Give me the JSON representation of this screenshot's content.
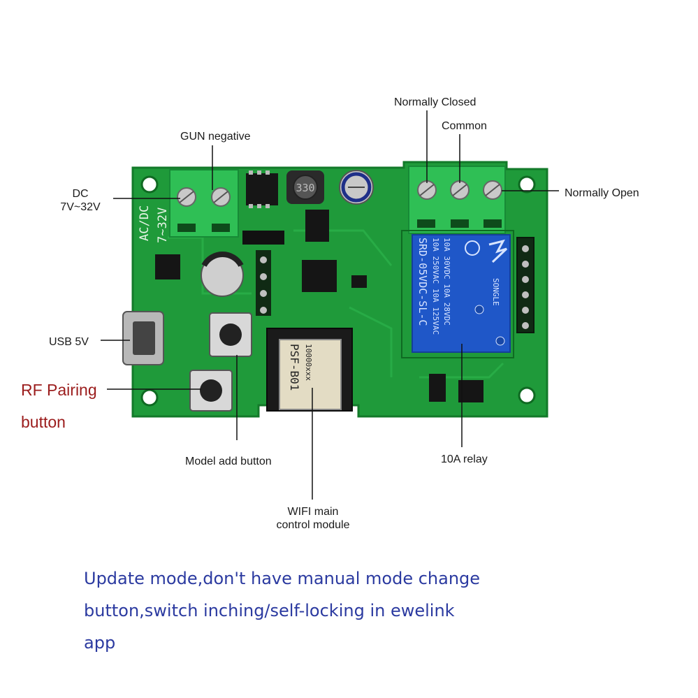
{
  "board_silkscreen": {
    "ac_dc": "AC/DC",
    "voltage": "7~32V"
  },
  "relay_text": {
    "model": "SRD-05VDC-SL-C",
    "rating_1": "10A 250VAC 10A 125VAC",
    "rating_2": "10A 30VDC 10A 28VDC",
    "brand": "SONGLE"
  },
  "inductor_text": "330",
  "wifi_module_text": {
    "model": "PSF-B01",
    "line2": "10000xxx"
  },
  "labels": {
    "gun_negative": "GUN negative",
    "dc_line1": "DC",
    "dc_line2": "7V~32V",
    "normally_closed": "Normally Closed",
    "common": "Common",
    "normally_open": "Normally Open",
    "usb": "USB 5V",
    "rf_line1": "RF Pairing",
    "rf_line2": "button",
    "model_add": "Model add button",
    "wifi_line1": "WIFI main",
    "wifi_line2": "control module",
    "relay": "10A relay"
  },
  "caption": {
    "line1": "Update mode,don't have manual mode change",
    "line2": "button,switch inching/self-locking in ewelink",
    "line3": "app"
  },
  "colors": {
    "pcb": "#1f9a3a",
    "terminal": "#2fbf55",
    "relay": "#1f57c8",
    "caption": "#2b3aa0",
    "rf_label": "#9b1c1c"
  }
}
